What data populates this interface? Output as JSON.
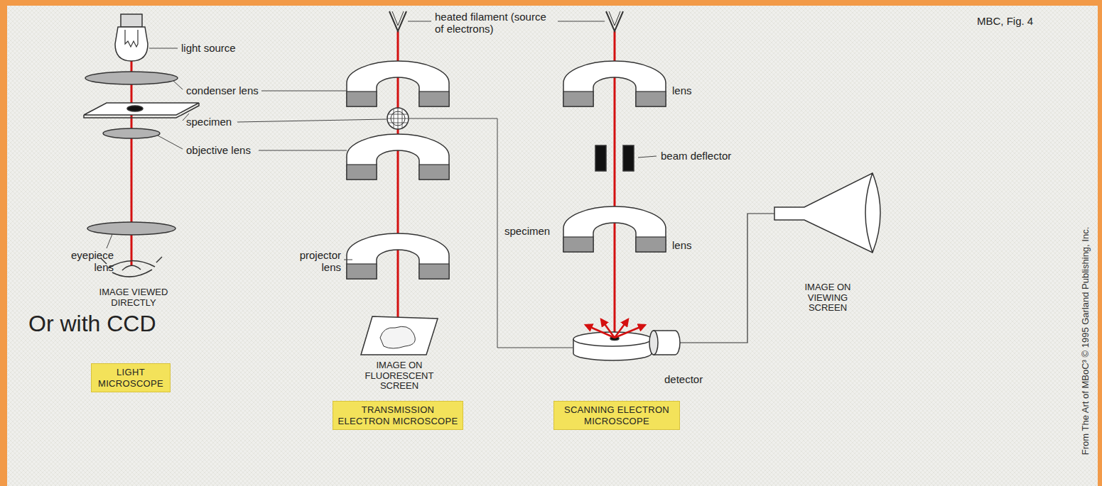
{
  "diagram": {
    "nodes": [
      {
        "text": [
          "LIGHT MICROSCOPE"
        ]
      },
      {
        "text": [
          "TRANSMISSION ELECTRON MICROSCOPE"
        ]
      },
      {
        "text": [
          "SCANNING ELECTRON MICROSCOPE"
        ]
      }
    ],
    "labels": [
      "MBC, Fig. 4",
      "light source",
      "condenser lens",
      "specimen",
      "objective lens",
      "eyepiece lens",
      "IMAGE VIEWED DIRECTLY",
      "Or with CCD",
      "heated filament (source of electrons)",
      "specimen",
      "projector lens",
      "IMAGE ON FLUORESCENT SCREEN",
      "lens",
      "beam deflector",
      "lens",
      "IMAGE ON VIEWING SCREEN",
      "detector",
      "From The Art of MBoC³ © 1995 Garland Publishing, Inc."
    ]
  }
}
